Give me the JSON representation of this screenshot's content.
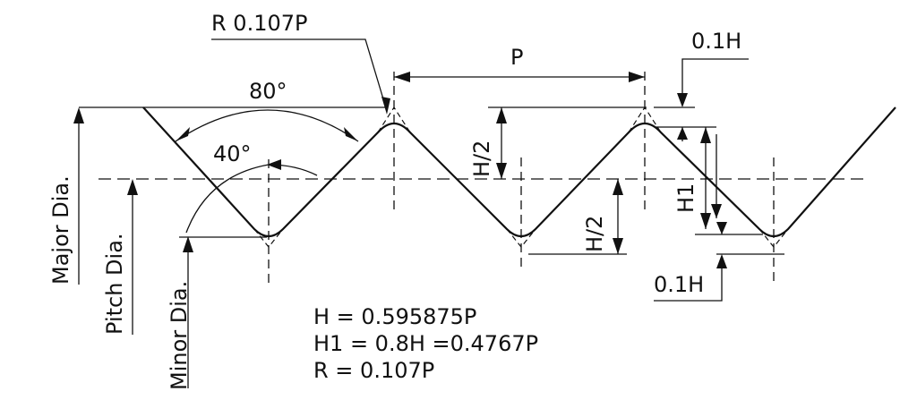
{
  "labels": {
    "radius": "R 0.107P",
    "angle_full": "80°",
    "angle_half": "40°",
    "pitch": "P",
    "top_truncation": "0.1H",
    "bottom_truncation": "0.1H",
    "half_height_upper": "H/2",
    "half_height_lower": "H/2",
    "h1": "H1",
    "major_dia": "Major Dia.",
    "pitch_dia": "Pitch Dia.",
    "minor_dia": "Minor Dia."
  },
  "formulas": {
    "h": "H = 0.595875P",
    "h1": "H1 = 0.8H =0.4767P",
    "r": "R = 0.107P"
  }
}
